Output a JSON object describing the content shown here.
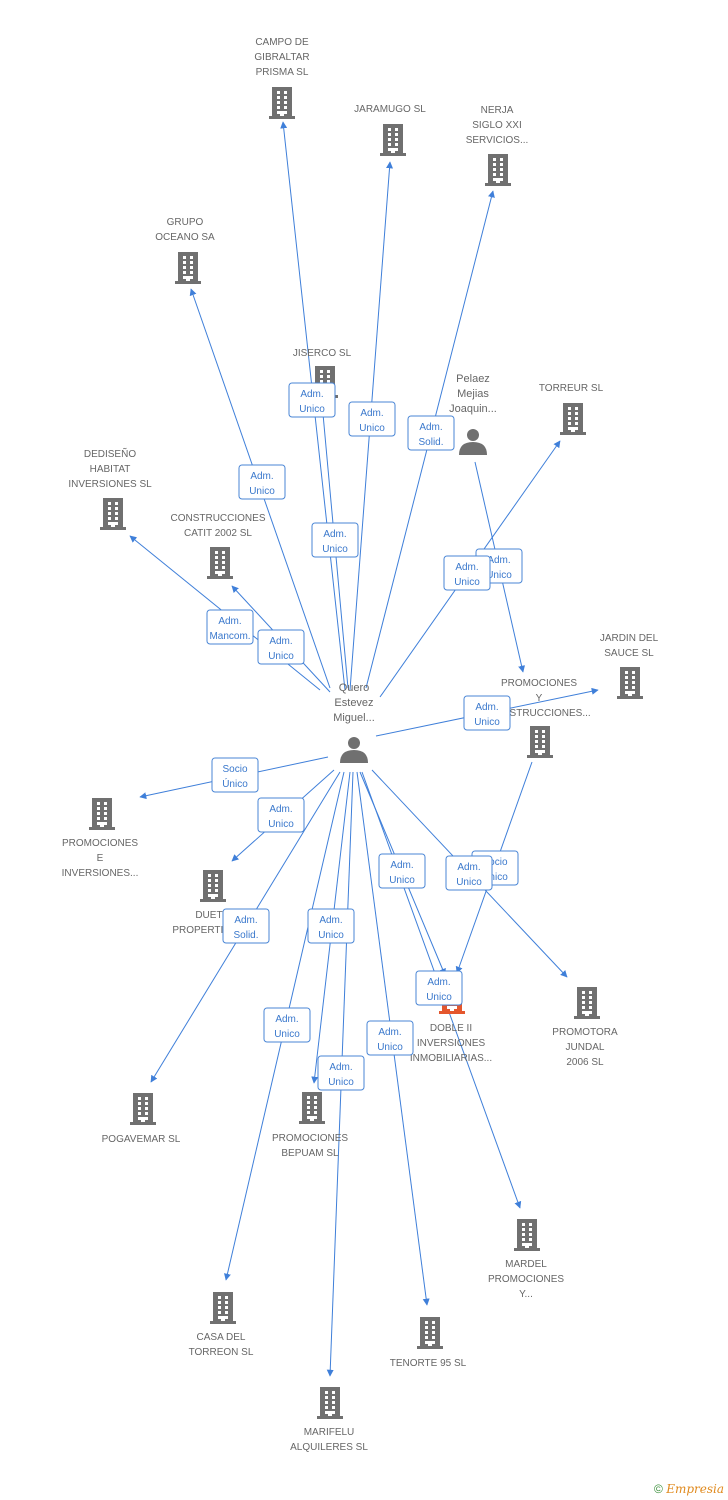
{
  "colors": {
    "edge": "#3f7fd9",
    "node_gray": "#707070",
    "node_highlight": "#e4572e",
    "label_text": "#666666",
    "edge_label_text": "#3a78cc"
  },
  "nodes": [
    {
      "id": "quero",
      "type": "person",
      "label": [
        "Quero",
        "Estevez",
        "Miguel..."
      ]
    },
    {
      "id": "pelaez",
      "type": "person",
      "label": [
        "Pelaez",
        "Mejias",
        "Joaquin..."
      ]
    },
    {
      "id": "campo",
      "type": "company",
      "label": [
        "CAMPO DE",
        "GIBRALTAR",
        "PRISMA SL"
      ]
    },
    {
      "id": "jaramugo",
      "type": "company",
      "label": [
        "JARAMUGO SL"
      ]
    },
    {
      "id": "nerja",
      "type": "company",
      "label": [
        "NERJA",
        "SIGLO XXI",
        "SERVICIOS..."
      ]
    },
    {
      "id": "grupo",
      "type": "company",
      "label": [
        "GRUPO",
        "OCEANO SA"
      ]
    },
    {
      "id": "jiserco",
      "type": "company",
      "label": [
        "JISERCO SL"
      ]
    },
    {
      "id": "torreur",
      "type": "company",
      "label": [
        "TORREUR SL"
      ]
    },
    {
      "id": "dediseno",
      "type": "company",
      "label": [
        "DEDISEÑO",
        "HABITAT",
        "INVERSIONES SL"
      ]
    },
    {
      "id": "catit",
      "type": "company",
      "label": [
        "CONSTRUCCIONES",
        "CATIT 2002 SL"
      ]
    },
    {
      "id": "jardin",
      "type": "company",
      "label": [
        "JARDIN DEL",
        "SAUCE SL"
      ]
    },
    {
      "id": "promconst",
      "type": "company",
      "label": [
        "PROMOCIONES",
        "Y",
        "CONSTRUCCIONES..."
      ]
    },
    {
      "id": "promei",
      "type": "company",
      "label": [
        "PROMOCIONES",
        "E",
        "INVERSIONES..."
      ]
    },
    {
      "id": "duett",
      "type": "company",
      "label": [
        "DUETT",
        "PROPERTIES SL"
      ]
    },
    {
      "id": "doble",
      "type": "company",
      "highlight": true,
      "label": [
        "DOBLE II",
        "INVERSIONES",
        "INMOBILIARIAS..."
      ]
    },
    {
      "id": "promotora",
      "type": "company",
      "label": [
        "PROMOTORA",
        "JUNDAL",
        "2006 SL"
      ]
    },
    {
      "id": "pogavemar",
      "type": "company",
      "label": [
        "POGAVEMAR SL"
      ]
    },
    {
      "id": "bepuam",
      "type": "company",
      "label": [
        "PROMOCIONES",
        "BEPUAM SL"
      ]
    },
    {
      "id": "mardel",
      "type": "company",
      "label": [
        "MARDEL",
        "PROMOCIONES",
        "Y..."
      ]
    },
    {
      "id": "casa",
      "type": "company",
      "label": [
        "CASA DEL",
        "TORREON SL"
      ]
    },
    {
      "id": "tenorte",
      "type": "company",
      "label": [
        "TENORTE 95 SL"
      ]
    },
    {
      "id": "marifelu",
      "type": "company",
      "label": [
        "MARIFELU",
        "ALQUILERES SL"
      ]
    }
  ],
  "edges": [
    {
      "from": "quero",
      "to": "campo",
      "label": [
        "Adm.",
        "Unico"
      ]
    },
    {
      "from": "quero",
      "to": "jaramugo",
      "label": [
        "Adm.",
        "Unico"
      ]
    },
    {
      "from": "quero",
      "to": "nerja",
      "label": [
        "Adm.",
        "Solid."
      ]
    },
    {
      "from": "quero",
      "to": "grupo",
      "label": [
        "Adm.",
        "Unico"
      ]
    },
    {
      "from": "quero",
      "to": "jiserco",
      "label": [
        "Adm.",
        "Unico"
      ]
    },
    {
      "from": "quero",
      "to": "torreur",
      "label": [
        "Adm.",
        "Unico"
      ]
    },
    {
      "from": "quero",
      "to": "dediseno",
      "label": [
        "Adm.",
        "Mancom."
      ]
    },
    {
      "from": "quero",
      "to": "catit",
      "label": [
        "Adm.",
        "Unico"
      ]
    },
    {
      "from": "quero",
      "to": "jardin",
      "label": [
        "Adm.",
        "Unico"
      ]
    },
    {
      "from": "pelaez",
      "to": "promconst",
      "label": [
        "Adm.",
        "Unico"
      ]
    },
    {
      "from": "quero",
      "to": "promei",
      "label": [
        "Socio",
        "Único"
      ]
    },
    {
      "from": "quero",
      "to": "duett",
      "label": [
        "Adm.",
        "Unico"
      ]
    },
    {
      "from": "quero",
      "to": "pogavemar",
      "label": [
        "Adm.",
        "Solid."
      ]
    },
    {
      "from": "quero",
      "to": "doble",
      "label": [
        "Adm.",
        "Unico"
      ]
    },
    {
      "from": "promconst",
      "to": "doble",
      "label": [
        "Socio",
        "Único"
      ]
    },
    {
      "from": "quero",
      "to": "promotora",
      "label": [
        "Adm.",
        "Unico"
      ]
    },
    {
      "from": "quero",
      "to": "bepuam",
      "label": [
        "Adm.",
        "Unico"
      ]
    },
    {
      "from": "quero",
      "to": "casa",
      "label": [
        "Adm.",
        "Unico"
      ]
    },
    {
      "from": "quero",
      "to": "marifelu",
      "label": [
        "Adm.",
        "Unico"
      ]
    },
    {
      "from": "quero",
      "to": "tenorte",
      "label": [
        "Adm.",
        "Unico"
      ]
    },
    {
      "from": "quero",
      "to": "mardel",
      "label": [
        "Adm.",
        "Unico"
      ]
    }
  ],
  "footer": {
    "copyright_symbol": "©",
    "brand": "Empresia"
  }
}
